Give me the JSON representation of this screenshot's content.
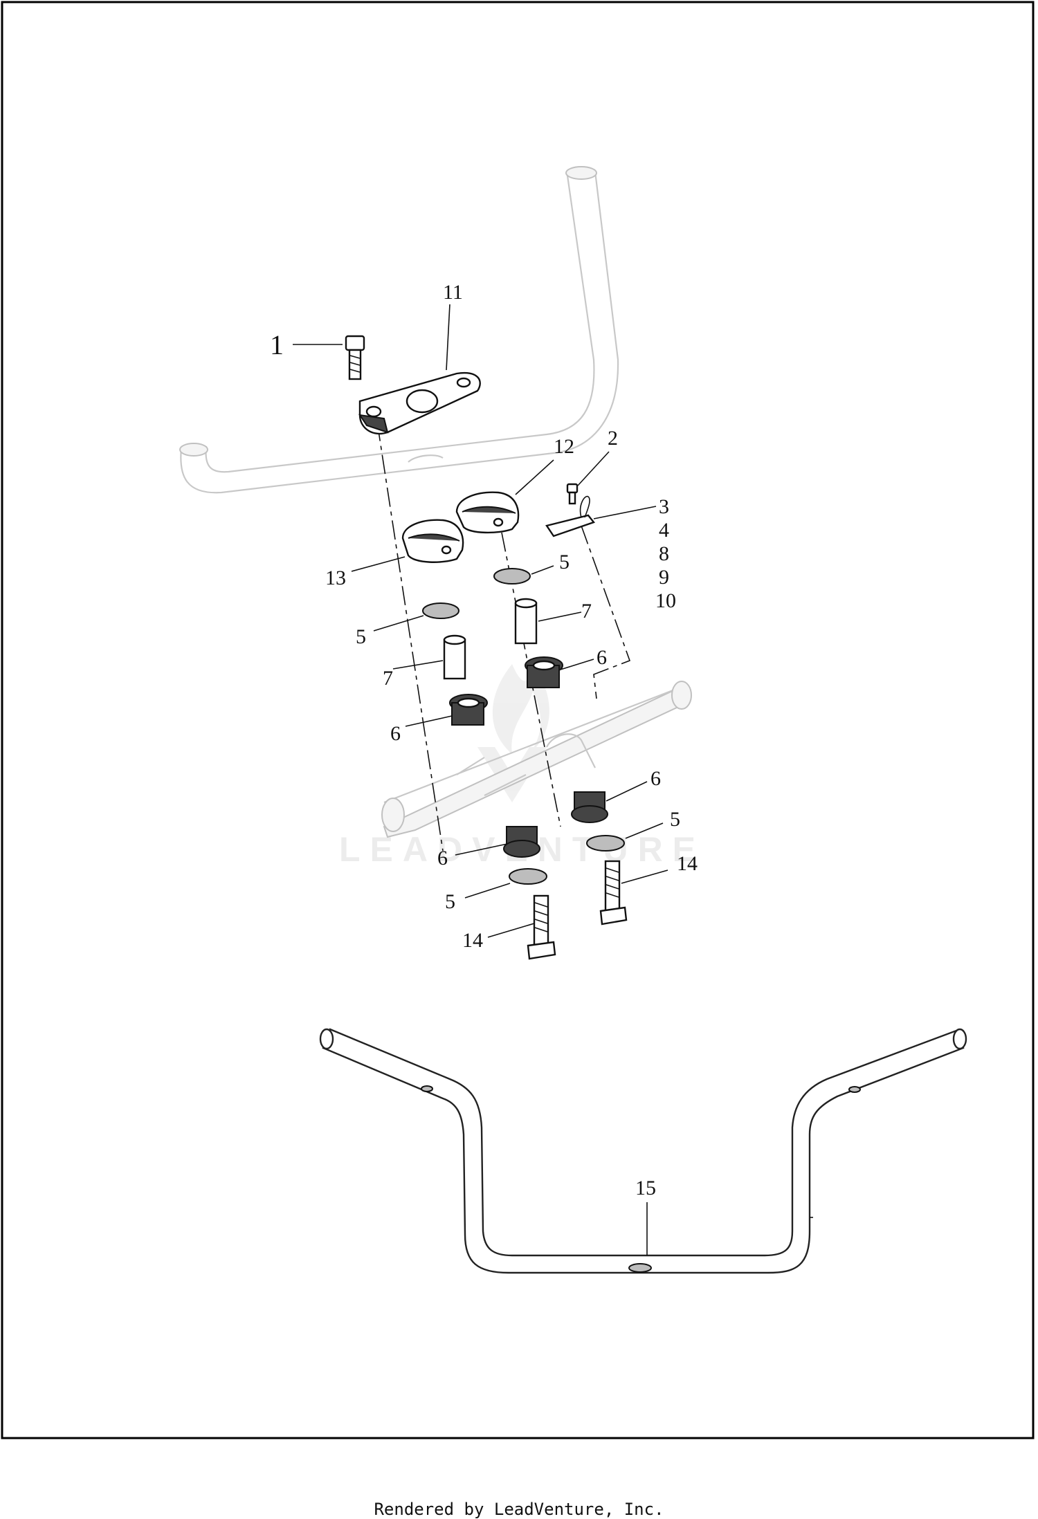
{
  "callouts": {
    "c1": "1",
    "c2": "2",
    "c3": "3",
    "c4": "4",
    "c8": "8",
    "c9": "9",
    "c10": "10",
    "c11": "11",
    "c12": "12",
    "c13": "13",
    "c5a": "5",
    "c5b": "5",
    "c5c": "5",
    "c5d": "5",
    "c6a": "6",
    "c6b": "6",
    "c6c": "6",
    "c6d": "6",
    "c7a": "7",
    "c7b": "7",
    "c14a": "14",
    "c14b": "14",
    "c15": "15"
  },
  "watermark": "LEADVENTURE",
  "footer": "Rendered by LeadVenture, Inc."
}
